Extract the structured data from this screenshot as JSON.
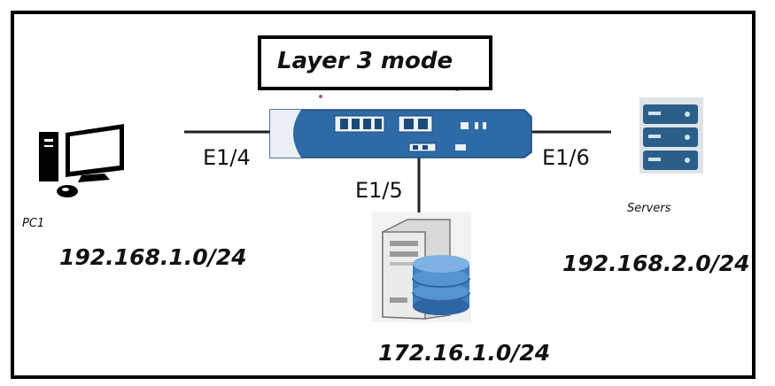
{
  "title": "Layer 3 mode",
  "ports": {
    "left": "E1/4",
    "bottom": "E1/5",
    "right": "E1/6"
  },
  "nodes": {
    "pc": "PC1",
    "servers": "Servers"
  },
  "networks": {
    "left": "192.168.1.0/24",
    "right": "192.168.2.0/24",
    "bottom": "172.16.1.0/24"
  },
  "colors": {
    "firewall": "#2e6aa6",
    "server_rack": "#2b5f8a",
    "db": "#3f7fbf"
  },
  "icons": [
    "firewall-icon",
    "pc-icon",
    "server-rack-icon",
    "database-server-icon"
  ]
}
